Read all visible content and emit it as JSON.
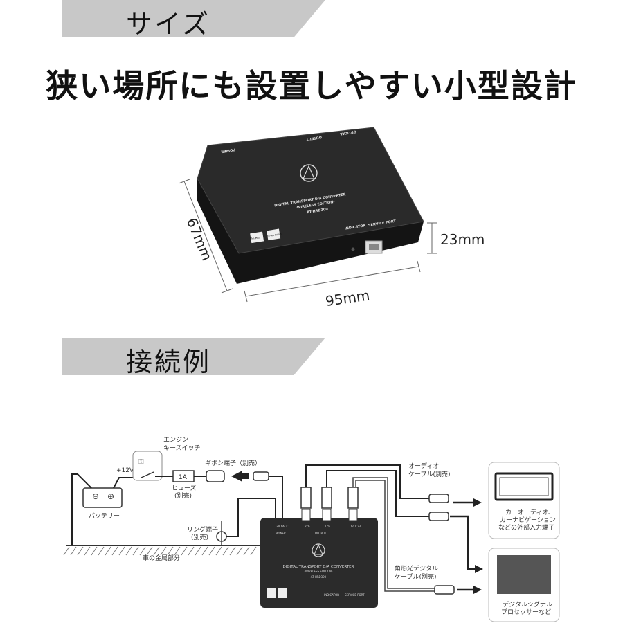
{
  "sections": {
    "size_title": "サイズ",
    "connection_title": "接続例"
  },
  "headline": "狭い場所にも設置しやすい小型設計",
  "dimensions": {
    "depth": "67mm",
    "width": "95mm",
    "height": "23mm"
  },
  "device": {
    "title_line1": "DIGITAL TRANSPORT D/A CONVERTER",
    "title_line2": "-WIRELESS EDITION-",
    "model": "AT-HRD300",
    "indicator_label": "INDICATOR",
    "service_port_label": "SERVICE PORT",
    "power_label": "POWER",
    "output_label": "OUTPUT",
    "optical_label": "OPTICAL",
    "hires_badge": "Hi-Res",
    "hires_audio_badge": "Hi-Res AUDIO",
    "top_port_labels": [
      "GND",
      "ACC",
      "Rch",
      "Lch"
    ]
  },
  "diagram": {
    "engine_key_switch": [
      "エンジン",
      "キースイッチ"
    ],
    "plus12v": "+12V",
    "fuse_value": "1A",
    "fuse_label": [
      "ヒューズ",
      "(別売)"
    ],
    "battery_label": "バッテリー",
    "gibosi_terminal": "ギボシ端子（別売）",
    "ring_terminal": [
      "リング端子",
      "(別売)"
    ],
    "car_metal": "車の金属部分",
    "audio_cable": [
      "オーディオ",
      "ケーブル(別売)"
    ],
    "optical_cable": [
      "角形光デジタル",
      "ケーブル(別売)"
    ],
    "car_audio": [
      "カーオーディオ、",
      "カーナビゲーション",
      "などの外部入力端子"
    ],
    "dsp": [
      "デジタルシグナル",
      "プロセッサーなど"
    ]
  }
}
